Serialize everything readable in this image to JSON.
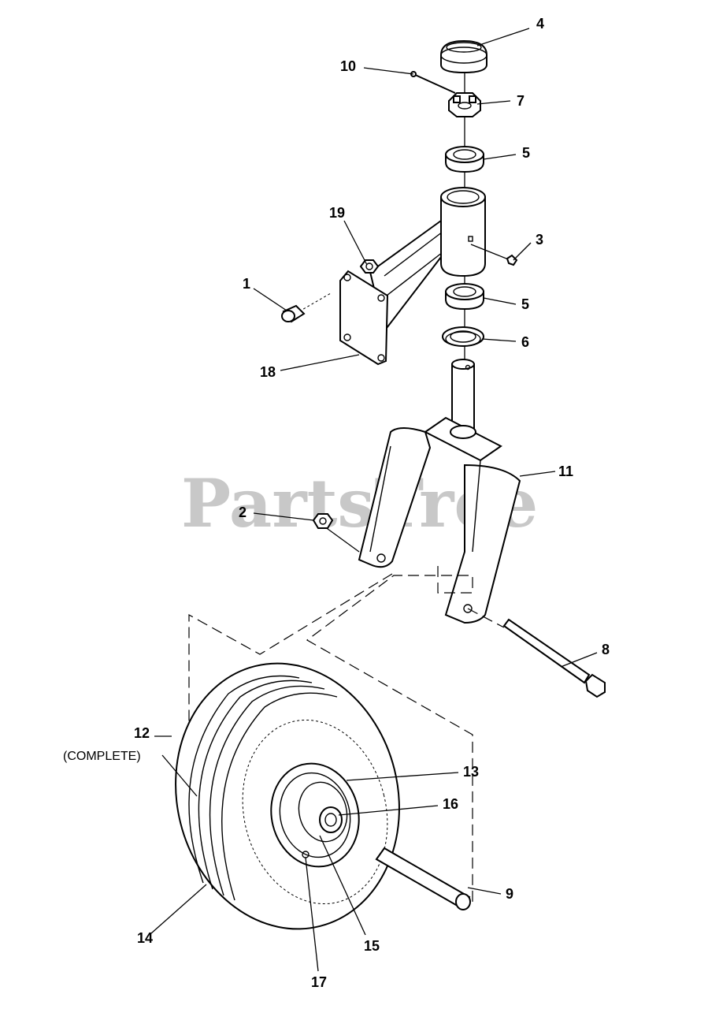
{
  "watermark": "PartsTree",
  "callouts": [
    {
      "id": "c1",
      "label": "1"
    },
    {
      "id": "c2",
      "label": "2"
    },
    {
      "id": "c3",
      "label": "3"
    },
    {
      "id": "c4",
      "label": "4"
    },
    {
      "id": "c5a",
      "label": "5"
    },
    {
      "id": "c5b",
      "label": "5"
    },
    {
      "id": "c6",
      "label": "6"
    },
    {
      "id": "c7",
      "label": "7"
    },
    {
      "id": "c8",
      "label": "8"
    },
    {
      "id": "c9",
      "label": "9"
    },
    {
      "id": "c10",
      "label": "10"
    },
    {
      "id": "c11",
      "label": "11"
    },
    {
      "id": "c12",
      "label": "12"
    },
    {
      "id": "c13",
      "label": "13"
    },
    {
      "id": "c14",
      "label": "14"
    },
    {
      "id": "c15",
      "label": "15"
    },
    {
      "id": "c16",
      "label": "16"
    },
    {
      "id": "c17",
      "label": "17"
    },
    {
      "id": "c18",
      "label": "18"
    },
    {
      "id": "c19",
      "label": "19"
    }
  ],
  "complete_note": "(COMPLETE)"
}
